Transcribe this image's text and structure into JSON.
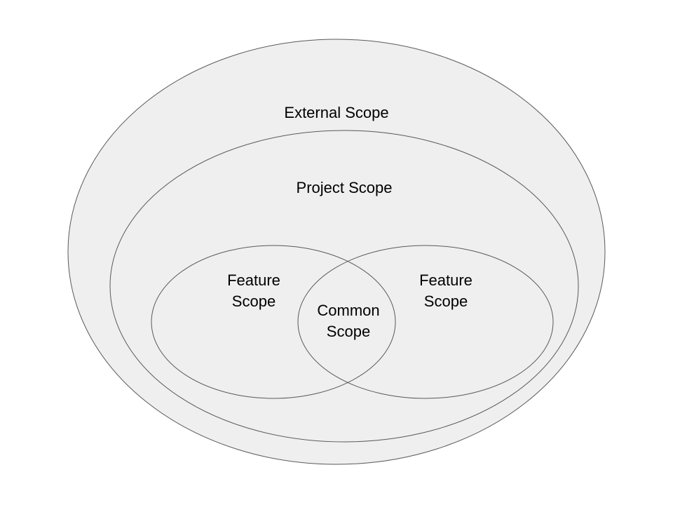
{
  "diagram": {
    "external_scope": {
      "label": "External Scope"
    },
    "project_scope": {
      "label": "Project Scope"
    },
    "feature_scope_left": {
      "label_line1": "Feature",
      "label_line2": "Scope"
    },
    "feature_scope_right": {
      "label_line1": "Feature",
      "label_line2": "Scope"
    },
    "common_scope": {
      "label_line1": "Common",
      "label_line2": "Scope"
    }
  },
  "colors": {
    "fill": "#efefef",
    "stroke": "#595959",
    "text": "#000000",
    "background": "#ffffff"
  }
}
